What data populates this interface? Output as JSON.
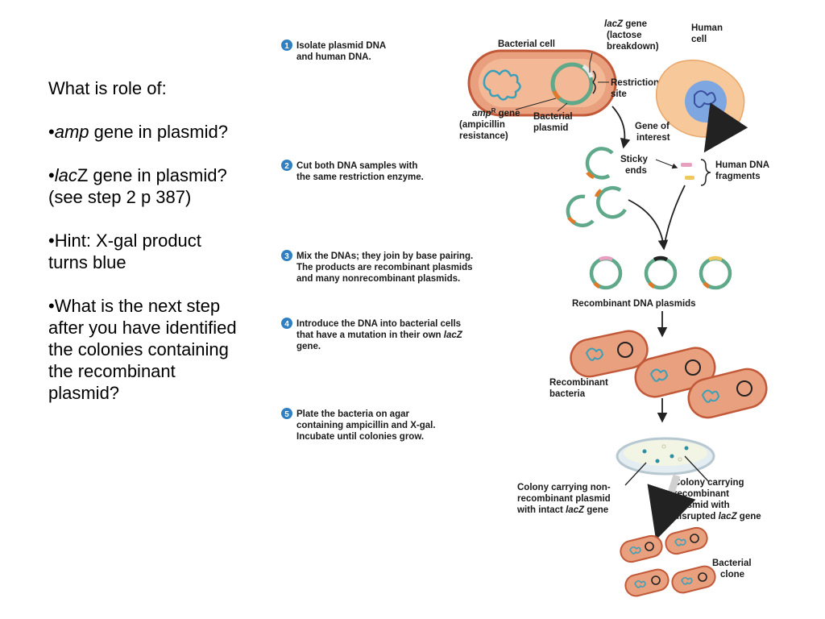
{
  "questions": {
    "heading": "What is role of:",
    "q1": {
      "bullet": "•",
      "italic": "amp",
      "rest": " gene in plasmid?"
    },
    "q2": {
      "bullet": "•",
      "italic": "lac",
      "rest": "Z gene in plasmid?",
      "line2": "(see step 2 p 387)"
    },
    "q3": {
      "line1": "•Hint: X-gal product",
      "line2": "turns blue"
    },
    "q4": {
      "line1": "•What is the next step",
      "line2": "after you have identified",
      "line3": "the colonies containing",
      "line4": "the recombinant",
      "line5": "plasmid?"
    }
  },
  "steps": [
    {
      "num": "1",
      "lines": [
        "Isolate plasmid DNA",
        "and human DNA."
      ]
    },
    {
      "num": "2",
      "lines": [
        "Cut both DNA samples with",
        "the same restriction enzyme."
      ]
    },
    {
      "num": "3",
      "lines": [
        "Mix the DNAs; they join by base pairing.",
        "The products are recombinant plasmids",
        "and many nonrecombinant plasmids."
      ]
    },
    {
      "num": "4",
      "lines": [
        "Introduce the DNA into bacterial cells",
        "that have a mutation in their own ",
        "gene."
      ],
      "italic": "lacZ"
    },
    {
      "num": "5",
      "lines": [
        "Plate the bacteria on agar",
        "containing ampicillin and X-gal.",
        "Incubate until colonies grow."
      ]
    }
  ],
  "labels": {
    "bacterial_cell": "Bacterial cell",
    "lacz_1": "lacZ",
    "lacz_1b": " gene",
    "lacz_2": "(lactose",
    "lacz_3": "breakdown)",
    "human_1": "Human",
    "human_2": "cell",
    "restriction_1": "Restriction",
    "restriction_2": "site",
    "ampr_1": "amp",
    "ampr_sup": "R",
    "ampr_1b": " gene",
    "ampr_2": "(ampicillin",
    "ampr_3": "resistance)",
    "plasmid_1": "Bacterial",
    "plasmid_2": "plasmid",
    "gene_1": "Gene of",
    "gene_2": "interest",
    "sticky_1": "Sticky",
    "sticky_2": "ends",
    "fragments_1": "Human DNA",
    "fragments_2": "fragments",
    "recombinant_plasmids": "Recombinant DNA plasmids",
    "recomb_bact_1": "Recombinant",
    "recomb_bact_2": "bacteria",
    "nonrec_1": "Colony carrying non-",
    "nonrec_2": "recombinant plasmid",
    "nonrec_3a": "with intact ",
    "nonrec_3b": "lacZ",
    "nonrec_3c": " gene",
    "rec_1": "Colony carrying",
    "rec_2": "recombinant",
    "rec_3": "plasmid with",
    "rec_4a": "disrupted ",
    "rec_4b": "lacZ",
    "rec_4c": " gene",
    "clone_1": "Bacterial",
    "clone_2": "clone"
  },
  "colors": {
    "cell_fill": "#e9a07e",
    "cell_stroke": "#c25a3a",
    "plasmid_green": "#5fa88a",
    "dna_blue": "#3aa0b8",
    "amp_orange": "#e07a2a",
    "human_cell": "#f6c89a",
    "nucleus": "#7ea6e0"
  }
}
